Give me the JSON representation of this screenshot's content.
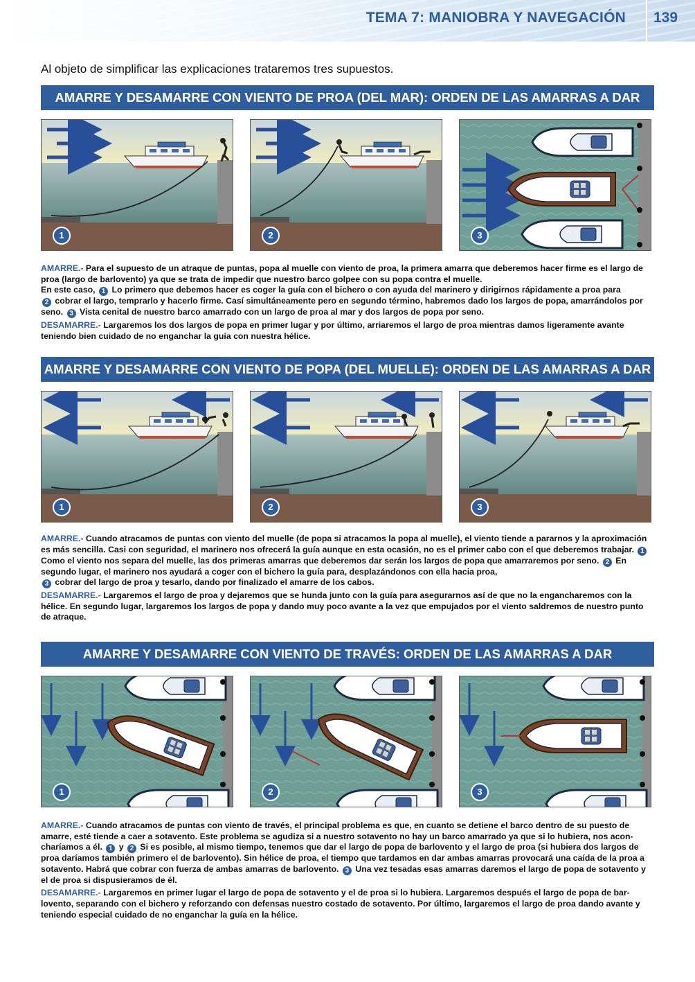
{
  "header": {
    "title": "TEMA 7: MANIOBRA Y NAVEGACIÓN",
    "page_number": "139"
  },
  "intro": "Al objeto de simplificar las explicaciones trataremos tres supuestos.",
  "sections": [
    {
      "title": "AMARRE Y DESAMARRE CON VIENTO DE PROA (DEL MAR): ORDEN DE LAS AMARRAS A DAR",
      "figure_numbers": [
        "1",
        "2",
        "3"
      ],
      "amarre_label": "AMARRE.-",
      "amarre_text_1": "Para el supuesto de un atraque de puntas, popa al muelle con viento de proa, la primera amarra que deberemos hacer firme es el largo de proa (largo de barlovento) ya que se trata de impedir que nuestro barco golpee con su popa contra el muelle.",
      "amarre_text_2": "En este caso,",
      "amarre_text_3": "Lo primero que debemos hacer es coger la guía con el bichero o con ayuda del marinero y dirigirnos rápidamente a proa para",
      "amarre_text_4": "cobrar el largo, temprarlo y hacerlo firme. Casí simultáneamente pero en segundo término, habremos dado los largos de popa, amarrándolos por seno.",
      "amarre_text_5": "Vista cenital de nuestro barco amarrado con un largo de proa al mar y dos largos de popa por seno.",
      "desamarre_label": "DESAMARRE.-",
      "desamarre_text": "Largaremos los dos largos de popa en primer lugar y por último, arriaremos el largo de proa mientras damos ligeramente avante teniendo bien cuidado de no enganchar la guía con nuestra hélice."
    },
    {
      "title": "AMARRE Y DESAMARRE CON VIENTO DE POPA (DEL MUELLE): ORDEN DE LAS AMARRAS A DAR",
      "figure_numbers": [
        "1",
        "2",
        "3"
      ],
      "amarre_label": "AMARRE.-",
      "amarre_text_1": "Cuando atracamos de puntas con viento del muelle (de popa si atracamos la popa al muelle), el viento tiende a pararnos y la aproxi­mación es más sencilla. Casi con seguridad, el marinero nos ofrecerá la guía aunque en esta ocasión, no es el primer cabo con el que deberemos trabajar.",
      "amarre_text_2": "Como el viento nos separa del muelle, las dos primeras amarras que deberemos dar serán los largos de popa que amarraremos por seno.",
      "amarre_text_3": "En segundo lugar, el marinero nos ayudará a coger con el bichero la guía para, desplazándonos con ella hacia proa,",
      "amarre_text_4": "cobrar del largo de proa y tesarlo, dando por finalizado el amarre de los cabos.",
      "desamarre_label": "DESAMARRE.-",
      "desamarre_text": "Largaremos el largo de proa y dejaremos que se hunda junto con la guía para asegurarnos así de que no la engancharemos con la hélice. En segundo lugar, largaremos los largos de popa y dando muy poco avante a la vez que empujados por el viento saldremos de nuestro punto de atraque."
    },
    {
      "title": "AMARRE Y DESAMARRE CON VIENTO DE TRAVÉS: ORDEN DE LAS AMARRAS A DAR",
      "figure_numbers": [
        "1",
        "2",
        "3"
      ],
      "amarre_label": "AMARRE.-",
      "amarre_text_1": "Cuando atracamos de puntas con viento de través, el principal problema es que, en cuanto se detiene el barco dentro de su puesto de amarre, esté tiende a caer a sotavento. Este problema se agudiza si a nuestro sotavento no hay un barco amarrado ya que si lo hubiera, nos acon­charíamos a él.",
      "amarre_text_y": "y",
      "amarre_text_2": "Si es posible, al mismo tiempo, tenemos que dar el largo de popa de barlovento y el largo de proa (si hubiera dos largos de proa daríamos también primero el de barlovento). Sin hélice de proa, el tiempo que tardamos en dar ambas amarras provocará una caída de la proa a sotavento. Habrá que cobrar con fuerza de ambas amarras de barlovento.",
      "amarre_text_3": "Una vez tesadas esas amarras daremos el largo de popa de sotavento y el de proa si dispusieramos de él.",
      "desamarre_label": "DESAMARRE.-",
      "desamarre_text": "Largaremos en primer lugar el largo de popa de sotavento y el de proa si lo hubiera. Largaremos después el largo de popa de bar­lovento, separando con el bichero y reforzando con defensas nuestro costado de sotavento. Por último, largaremos el largo de proa dando avante y teniendo especial cuidado de no enganchar la guía en la hélice."
    }
  ],
  "colors": {
    "accent": "#2f5e9e",
    "sky": "#e9e7c2",
    "sea": "#7fa8a4",
    "seabed": "#7a5a48",
    "arrow": "#284f9a"
  }
}
